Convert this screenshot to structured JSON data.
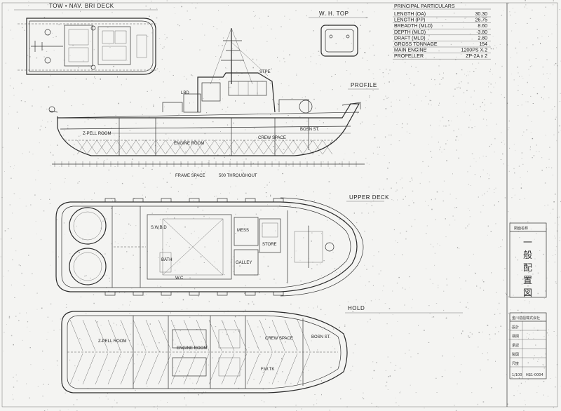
{
  "sections": {
    "deck_plan_top": "TOW • NAV. BRI DECK",
    "wh_top": "W. H. TOP",
    "principal": "PRINCIPAL PARTICULARS",
    "profile": "PROFILE",
    "upper_deck": "UPPER DECK",
    "hold": "HOLD"
  },
  "particulars": [
    {
      "label": "LENGTH (OA)",
      "value": "30.30"
    },
    {
      "label": "LENGTH (PP)",
      "value": "26.75"
    },
    {
      "label": "BREADTH (MLD)",
      "value": "8.60"
    },
    {
      "label": "DEPTH (MLD)",
      "value": "3.80"
    },
    {
      "label": "DRAFT (MLD)",
      "value": "2.80"
    },
    {
      "label": "GROSS TONNAGE",
      "value": "154"
    },
    {
      "label": "MAIN ENGINE",
      "value": "1200PS X 2"
    },
    {
      "label": "PROPELLER",
      "value": "ZP-2A x 2"
    }
  ],
  "profile_labels": {
    "z_pell_room": "Z-PELL ROOM",
    "engine_room": "ENGINE ROOM",
    "crew_space": "CREW SPACE",
    "bosn_st": "BOSN ST.",
    "frame_space": "FRAME SPACE",
    "throughout": "500 THROUGHOUT",
    "lbd": "LBD",
    "stpe": "STPE"
  },
  "upper_deck_labels": {
    "sw_bd": "S.W.B.D",
    "bath": "BATH",
    "wc": "W.C",
    "mess": "MESS",
    "galley": "GALLEY",
    "store": "STORE"
  },
  "hold_labels": {
    "z_pell_room": "Z-PELL ROOM",
    "engine_room": "ENGINE ROOM",
    "crew_space": "CREW SPACE",
    "bosn_st": "BOSN ST.",
    "fw_tk": "F.W.TK"
  },
  "title_block": {
    "title_header": "図面名称",
    "title_chars": [
      "一",
      "般",
      "配",
      "置",
      "図"
    ],
    "company": "金川造船株式会社",
    "rows": [
      "設計",
      "検図",
      "承認",
      "製図",
      "尺度"
    ],
    "scale": "1/100",
    "drawing_no": "HS1-0004"
  },
  "colors": {
    "paper": "#f4f4f2",
    "ink": "#222222"
  }
}
